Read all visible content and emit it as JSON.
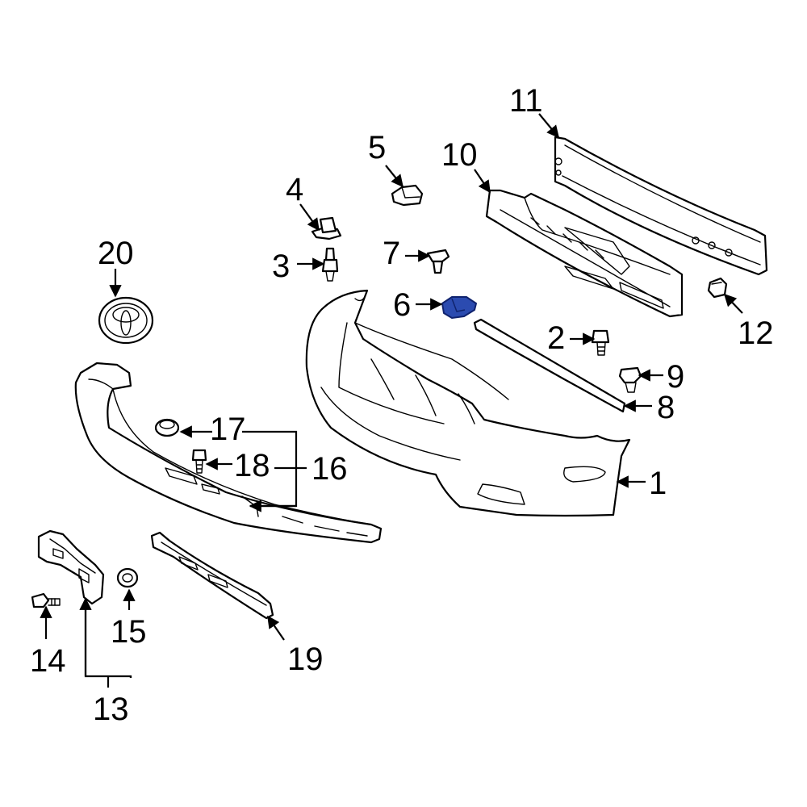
{
  "colors": {
    "line": "#000000",
    "background": "#ffffff",
    "highlight_fill": "#2b4bb0",
    "highlight_stroke": "#10236e"
  },
  "highlighted_callout": "6",
  "callouts": {
    "c1": "1",
    "c2": "2",
    "c3": "3",
    "c4": "4",
    "c5": "5",
    "c6": "6",
    "c7": "7",
    "c8": "8",
    "c9": "9",
    "c10": "10",
    "c11": "11",
    "c12": "12",
    "c13": "13",
    "c14": "14",
    "c15": "15",
    "c16": "16",
    "c17": "17",
    "c18": "18",
    "c19": "19",
    "c20": "20"
  }
}
